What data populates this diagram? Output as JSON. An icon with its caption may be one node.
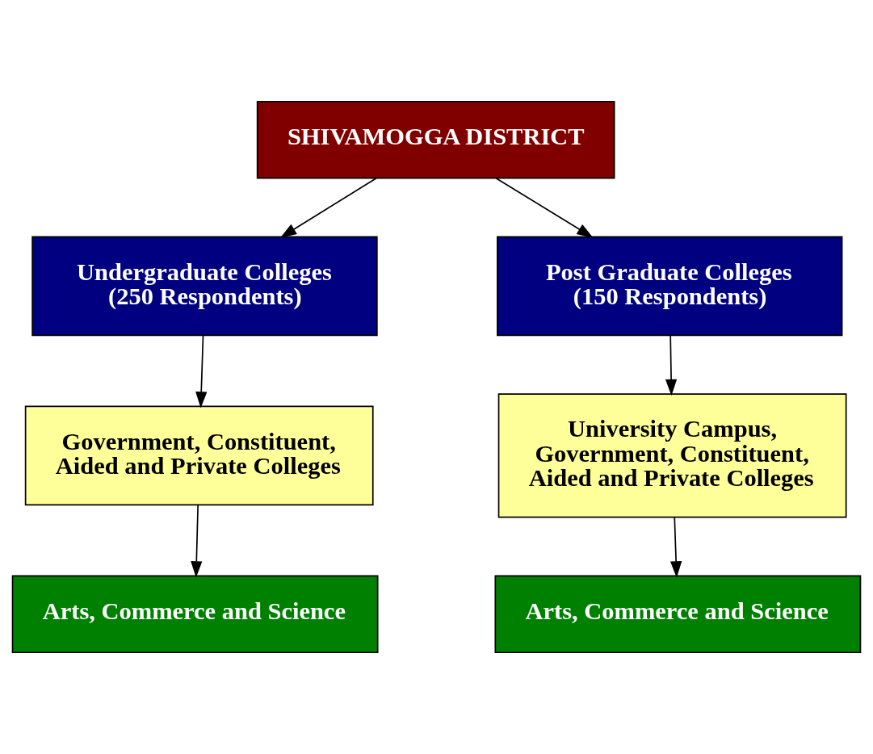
{
  "diagram": {
    "nodes": [
      {
        "text": [
          "SHIVAMOGGA DISTRICT"
        ]
      },
      {
        "text": [
          "Undergraduate Colleges (250 Respondents)"
        ]
      },
      {
        "text": [
          "Post Graduate Colleges (150 Respondents)"
        ]
      },
      {
        "text": [
          "Government, Constituent, Aided and Private Colleges"
        ]
      },
      {
        "text": [
          "University Campus, Government, Constituent, Aided and Private Colleges"
        ]
      },
      {
        "text": [
          "Arts, Commerce and Science"
        ]
      },
      {
        "text": [
          "Arts, Commerce and Science"
        ]
      }
    ],
    "edges": [
      {
        "from": 0,
        "to": 1,
        "arrow": "to"
      },
      {
        "from": 0,
        "to": 2,
        "arrow": "to"
      },
      {
        "from": 1,
        "to": 3,
        "arrow": "to"
      },
      {
        "from": 2,
        "to": 4,
        "arrow": "to"
      },
      {
        "from": 3,
        "to": 5,
        "arrow": "to"
      },
      {
        "from": 4,
        "to": 6,
        "arrow": "to"
      }
    ]
  }
}
